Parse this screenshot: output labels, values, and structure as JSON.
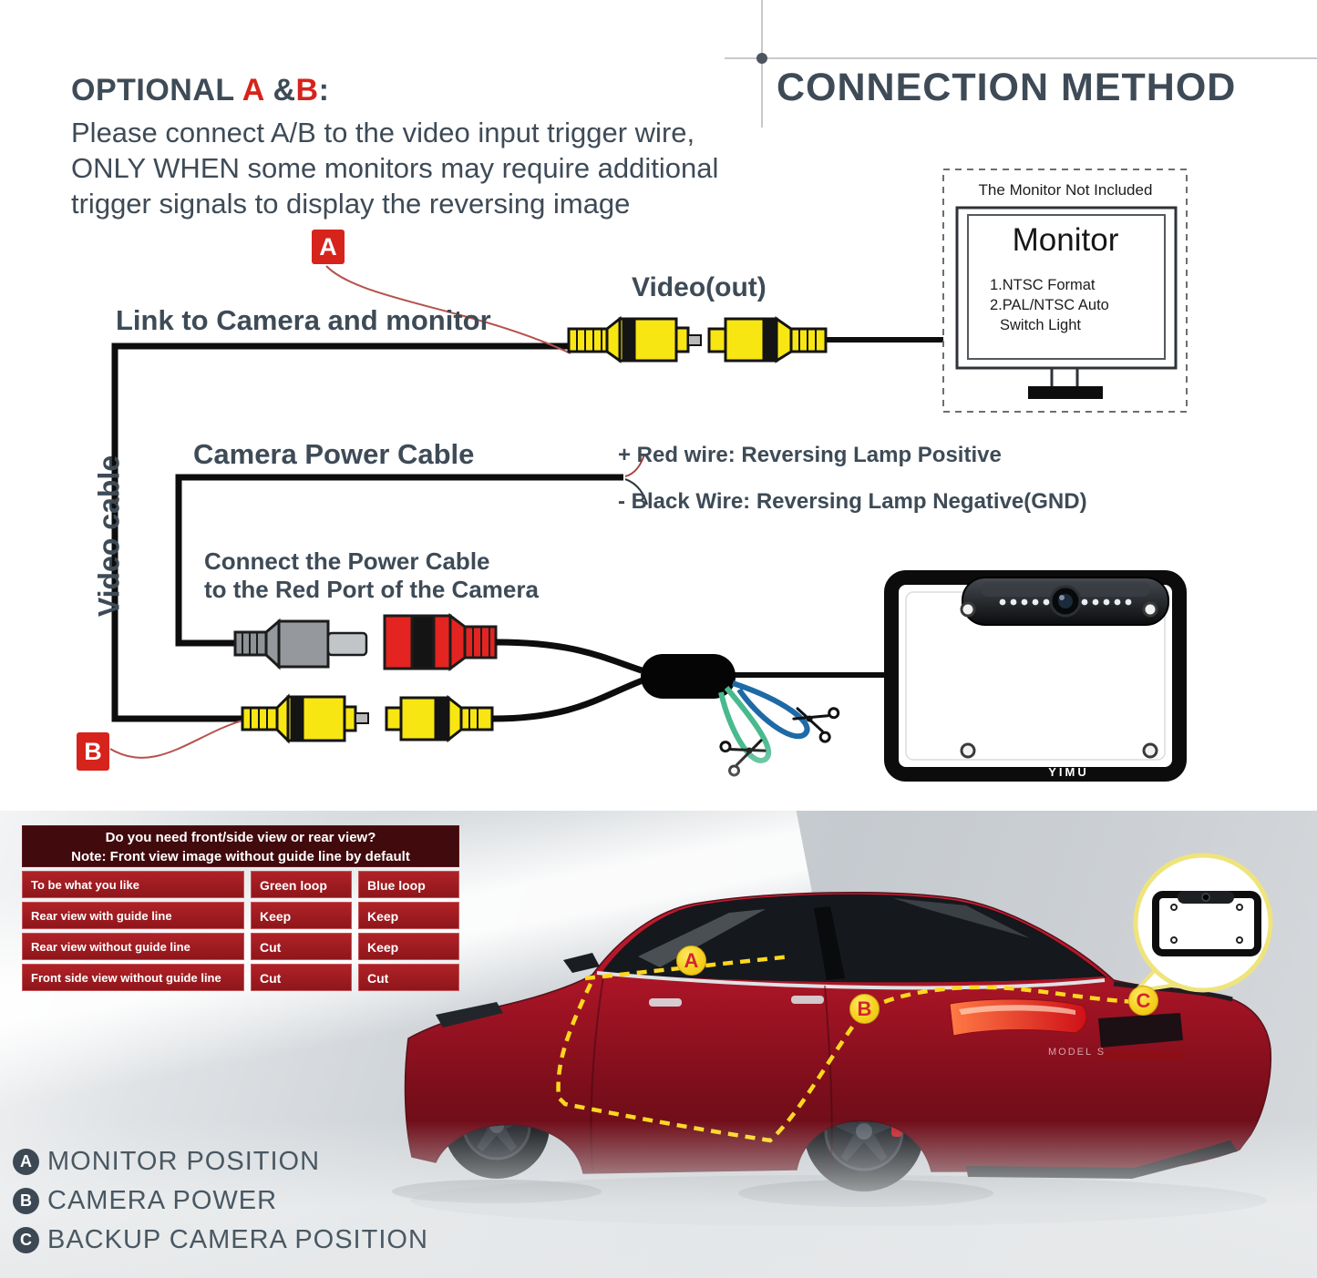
{
  "optional_note": {
    "heading": {
      "prefix": "OPTIONAL ",
      "a": "A",
      "amp": " &",
      "b": "B",
      "colon": ":"
    },
    "lines": [
      "Please connect A/B to the video input trigger wire,",
      "ONLY WHEN some monitors may require additional",
      "trigger signals to display the reversing image"
    ]
  },
  "header": {
    "title": "CONNECTION METHOD"
  },
  "badges": {
    "a": "A",
    "b": "B"
  },
  "video": {
    "link_label": "Link to Camera and monitor",
    "out_label": "Video(out)",
    "cable_label": "Video cable"
  },
  "monitor": {
    "not_included": "The Monitor Not Included",
    "title": "Monitor",
    "items": [
      "1.NTSC Format",
      "2.PAL/NTSC Auto",
      "Switch Light"
    ]
  },
  "power": {
    "title": "Camera Power Cable",
    "red_wire": "+ Red wire: Reversing Lamp Positive",
    "black_wire": "- Black Wire: Reversing Lamp Negative(GND)",
    "connect": [
      "Connect the Power Cable",
      "to the Red Port of the Camera"
    ]
  },
  "frame": {
    "brand": "YIMU"
  },
  "car": {
    "badge": "MODEL S"
  },
  "markers": {
    "a": "A",
    "b": "B",
    "c": "C"
  },
  "table": {
    "header": [
      "Do you need front/side view or rear view?",
      "Note: Front view image without guide line by default"
    ],
    "rows": [
      [
        "To be what you like",
        "Green loop",
        "Blue loop"
      ],
      [
        "Rear view with guide line",
        "Keep",
        "Keep"
      ],
      [
        "Rear view without guide line",
        "Cut",
        "Keep"
      ],
      [
        "Front side view without guide line",
        "Cut",
        "Cut"
      ]
    ]
  },
  "legend": [
    {
      "badge": "A",
      "label": "MONITOR POSITION"
    },
    {
      "badge": "B",
      "label": "CAMERA POWER"
    },
    {
      "badge": "C",
      "label": "BACKUP CAMERA POSITION"
    }
  ],
  "colors": {
    "slate_text": "#3e4b57",
    "accent_red": "#d6231c",
    "connector_yellow": "#f8e613",
    "table_cell_red": "#a01d22",
    "table_header_maroon": "#410a0d",
    "marker_yellow": "#f6d01f",
    "car_red": "#9c1322",
    "loop_blue": "#1d6aa6",
    "loop_green": "#49b98e"
  }
}
